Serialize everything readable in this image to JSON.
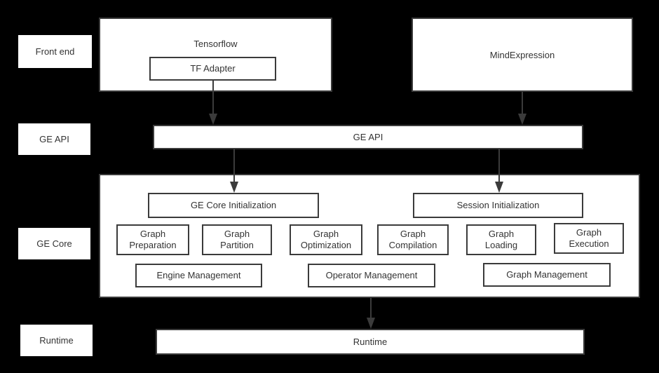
{
  "diagram": {
    "title": "GE (Graph Engine) architecture stack",
    "background_color": "#000000",
    "box_fill": "#ffffff",
    "box_border": "#3b3b3b",
    "text_color": "#333333",
    "arrow_color": "#3b3b3b"
  },
  "layer_labels": [
    {
      "id": "front-end",
      "label": "Front end"
    },
    {
      "id": "ge-api",
      "label": "GE API"
    },
    {
      "id": "ge-core",
      "label": "GE Core"
    },
    {
      "id": "runtime",
      "label": "Runtime"
    }
  ],
  "front_end": {
    "tensorflow": {
      "title": "Tensorflow",
      "adapter": "TF Adapter"
    },
    "mindexpression": {
      "title": "MindExpression"
    }
  },
  "ge_api": {
    "label": "GE API"
  },
  "ge_core": {
    "init_boxes": [
      {
        "label": "GE Core Initialization"
      },
      {
        "label": "Session Initialization"
      }
    ],
    "stage_boxes": [
      {
        "label": "Graph\nPreparation"
      },
      {
        "label": "Graph\nPartition"
      },
      {
        "label": "Graph\nOptimization"
      },
      {
        "label": "Graph\nCompilation"
      },
      {
        "label": "Graph\nLoading"
      },
      {
        "label": "Graph\nExecution"
      }
    ],
    "management_boxes": [
      {
        "label": "Engine Management"
      },
      {
        "label": "Operator Management"
      },
      {
        "label": "Graph Management"
      }
    ]
  },
  "runtime": {
    "label": "Runtime"
  },
  "arrows": [
    {
      "id": "tf-adapter-to-ge-api",
      "from": "TF Adapter",
      "to": "GE API"
    },
    {
      "id": "mindexpression-to-ge-api",
      "from": "MindExpression",
      "to": "GE API"
    },
    {
      "id": "ge-api-to-ge-core-init",
      "from": "GE API",
      "to": "GE Core Initialization"
    },
    {
      "id": "ge-api-to-session-init",
      "from": "GE API",
      "to": "Session Initialization"
    },
    {
      "id": "ge-core-to-runtime",
      "from": "GE Core",
      "to": "Runtime"
    }
  ]
}
